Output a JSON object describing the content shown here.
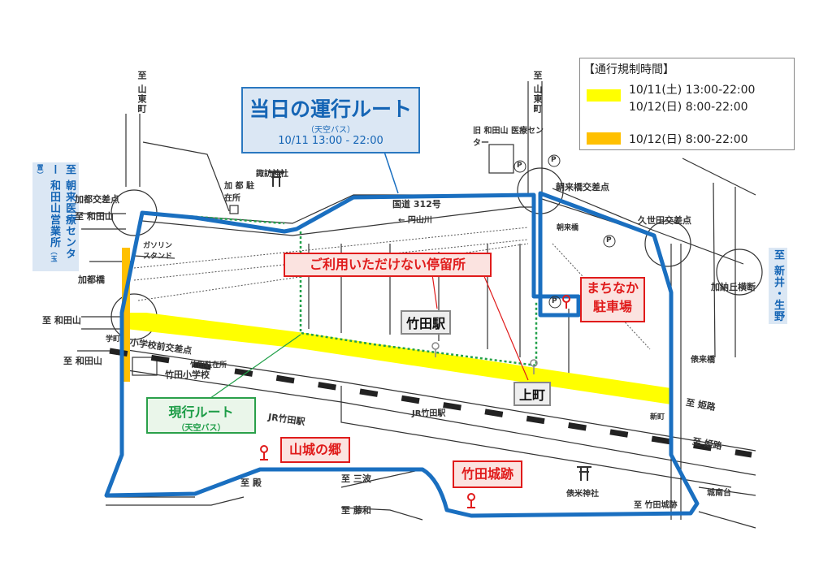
{
  "title": {
    "main": "当日の運行ルート",
    "sub": "（天空バス）",
    "time": "10/11 13:00 - 22:00"
  },
  "legend": {
    "heading": "【通行規制時間】",
    "items": [
      {
        "color": "#ffff00",
        "lines": [
          "10/11(土) 13:00-22:00",
          "10/12(日)  8:00-22:00"
        ]
      },
      {
        "color": "#ffc000",
        "lines": [
          "10/12(日)  8:00-22:00"
        ]
      }
    ]
  },
  "colors": {
    "route": "#1a6fc0",
    "current_route": "#22a04a",
    "closed_stop": "#e01b1b",
    "restriction": "#ffff00"
  },
  "directions": {
    "left_blue": "至 朝来医療センター 和田山営業所",
    "left_blue_note": "（玉置）",
    "right_blue": "至 新井・生野",
    "yamato_left": "至 山東町",
    "yamato_right": "至 山東町",
    "wadayama1": "至 和田山",
    "wadayama2": "至 和田山",
    "wadayama3": "至 和田山",
    "himeji1": "至 姫路",
    "himeji2": "至 姫路",
    "sanba": "至 三波",
    "fujiwa": "至 藤和",
    "tono": "至 殿",
    "castle": "至 竹田城跡"
  },
  "places": {
    "kato_intersection": "加都交差点",
    "kato_bridge": "加都橋",
    "kato_police": "加 都 駐在所",
    "suwa_shrine": "諏訪神社",
    "gas_station": "ガソリン スタンド",
    "national_road": "国道 312号",
    "maruyama_river": "← 円山川",
    "old_medical": "旧 和田山 医療センター",
    "asago_bridge_int": "朝来橋交差点",
    "asago_bridge": "朝来橋",
    "kuseda_int": "久世田交差点",
    "kanouoka": "加納丘横断",
    "tawara_bridge": "俵来橋",
    "gakucho": "学町",
    "school_int": "小学校前交差点",
    "takeda_police": "竹田駐在所",
    "takeda_school": "竹田小学校",
    "jr_station": "JR竹田駅",
    "shinmachi": "新町",
    "tawara_shrine": "俵米神社",
    "jonandai": "城南台",
    "parking": "P"
  },
  "labels": {
    "closed_stops": "ご利用いただけない停留所",
    "takeda_station": "竹田駅",
    "uemachi": "上町",
    "machinaka": [
      "まちなか",
      "駐車場"
    ],
    "yamashiro": "山城の郷",
    "castle_ruins": "竹田城跡",
    "current_route": "現行ルート",
    "current_route_sub": "（天空バス）"
  }
}
